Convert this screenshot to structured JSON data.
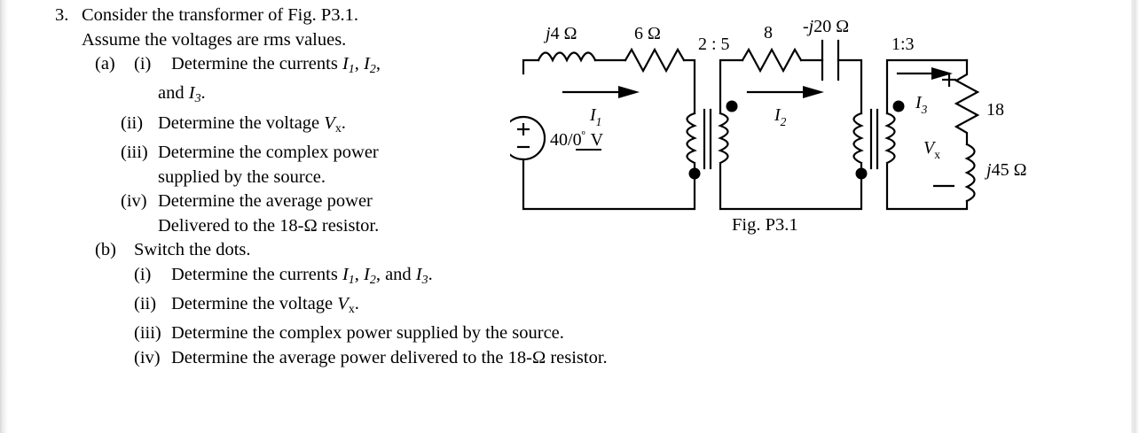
{
  "problem": {
    "number": "3.",
    "intro_line_1": "Consider the transformer of Fig. P3.1.",
    "intro_line_2": "Assume the voltages are rms values.",
    "part_a": {
      "marker": "(a)",
      "items": [
        {
          "marker": "(i)",
          "text_before": "Determine the currents ",
          "var1": "I",
          "sub1": "1",
          "sep1": ", ",
          "var2": "I",
          "sub2": "2",
          "sep2": ",",
          "cont_before": "and ",
          "var3": "I",
          "sub3": "3",
          "cont_after": "."
        },
        {
          "marker": "(ii)",
          "text_before": "Determine the voltage ",
          "var1": "V",
          "sub1": "x",
          "text_after": "."
        },
        {
          "marker": "(iii)",
          "text_before": "Determine the complex power",
          "cont": "supplied by the source."
        },
        {
          "marker": "(iv)",
          "text_before": "Determine the average power",
          "cont": "Delivered to the 18-Ω resistor."
        }
      ]
    },
    "part_b": {
      "marker": "(b)",
      "title": "Switch the dots.",
      "items": [
        {
          "marker": "(i)",
          "text_before": "Determine the currents ",
          "var1": "I",
          "sub1": "1",
          "sep1": ", ",
          "var2": "I",
          "sub2": "2",
          "sep2": ", and ",
          "var3": "I",
          "sub3": "3",
          "text_after": "."
        },
        {
          "marker": "(ii)",
          "text_before": "Determine the voltage ",
          "var1": "V",
          "sub1": "x",
          "text_after": "."
        },
        {
          "marker": "(iii)",
          "text_before": "Determine the complex power supplied by the source."
        },
        {
          "marker": "(iv)",
          "text_before": "Determine the average power delivered to the 18-Ω resistor."
        }
      ]
    }
  },
  "figure": {
    "caption": "Fig. P3.1",
    "source": {
      "magnitude": "40",
      "slash": "/",
      "angle": "0",
      "degree": "º",
      "unit": "V"
    },
    "components": {
      "inductor_left": {
        "prefix": "j",
        "value": "4",
        "unit": "Ω"
      },
      "resistor_left": {
        "value": "6",
        "unit": "Ω"
      },
      "resistor_mid": {
        "value": "8"
      },
      "capacitor_mid": {
        "prefix": "-j",
        "value": "20",
        "unit": "Ω"
      },
      "resistor_load": {
        "value": "18"
      },
      "inductor_load": {
        "prefix": "j",
        "value": "45",
        "unit": "Ω"
      }
    },
    "transformers": {
      "t1_ratio": "2 : 5",
      "t2_ratio": "1:3"
    },
    "currents": [
      {
        "symbol": "I",
        "sub": "1"
      },
      {
        "symbol": "I",
        "sub": "2"
      },
      {
        "symbol": "I",
        "sub": "3"
      }
    ],
    "voltage_x": {
      "symbol": "V",
      "sub": "x"
    },
    "polarity_plus": "+",
    "polarity_minus": "−",
    "colors": {
      "line": "#000000",
      "background": "#ffffff"
    }
  }
}
